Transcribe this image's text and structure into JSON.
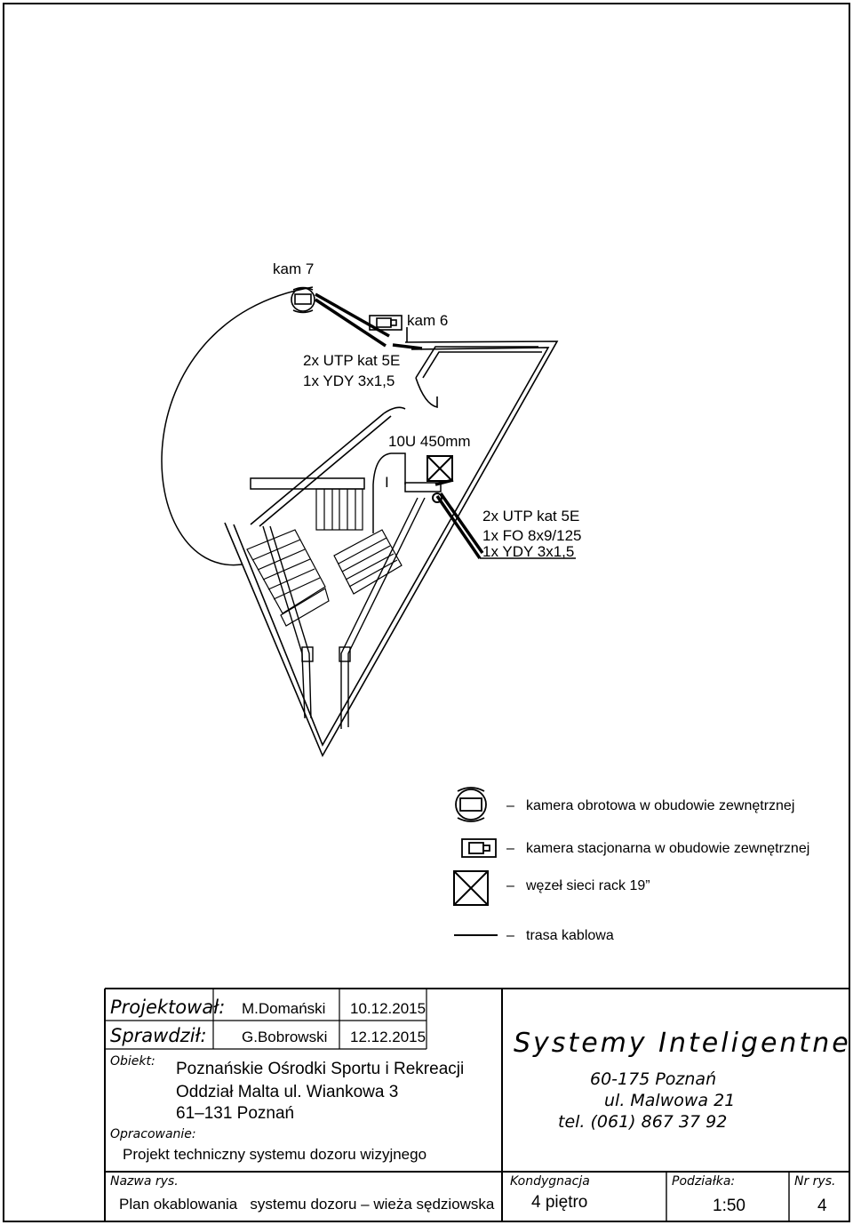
{
  "drawing": {
    "cameras": {
      "kam7": "kam 7",
      "kam6": "kam 6"
    },
    "cable_label_1": [
      "2x UTP kat 5E",
      "1x YDY 3x1,5"
    ],
    "rack_label": "10U 450mm",
    "rack_mark": "I",
    "cable_label_2": [
      "2x UTP kat 5E",
      "1x FO 8x9/125",
      "1x YDY 3x1,5"
    ]
  },
  "legend": {
    "items": [
      {
        "icon": "rotating-camera-icon",
        "text": "kamera obrotowa w obudowie zewnętrznej"
      },
      {
        "icon": "fixed-camera-icon",
        "text": "kamera stacjonarna w obudowie zewnętrznej"
      },
      {
        "icon": "rack-node-icon",
        "text": "węzeł sieci rack 19”"
      },
      {
        "icon": "cable-line-icon",
        "text": "trasa kablowa"
      }
    ],
    "dash": "–"
  },
  "title_block": {
    "designed_label": "Projektował:",
    "designed_by": "M.Domański",
    "designed_date": "10.12.2015",
    "checked_label": "Sprawdził:",
    "checked_by": "G.Bobrowski",
    "checked_date": "12.12.2015",
    "object_label": "Obiekt:",
    "object_lines": [
      "Poznańskie Ośrodki Sportu i Rekreacji",
      "Oddział Malta ul. Wiankowa 3",
      "61–131 Poznań"
    ],
    "prepared_label": "Opracowanie:",
    "prepared_text": "Projekt techniczny systemu dozoru wizyjnego",
    "company": "Systemy Inteligentne",
    "company_address": [
      "60-175 Poznań",
      "ul. Malwowa 21",
      "tel. (061) 867 37 92"
    ],
    "drawing_name_label": "Nazwa rys.",
    "drawing_name": "Plan okablowania   systemu dozoru – wieża sędziowska",
    "floor_label": "Kondygnacja",
    "floor": "4 piętro",
    "scale_label": "Podziałka:",
    "scale": "1:50",
    "number_label": "Nr rys.",
    "number": "4"
  },
  "colors": {
    "ink": "#000000",
    "paper": "#ffffff"
  }
}
